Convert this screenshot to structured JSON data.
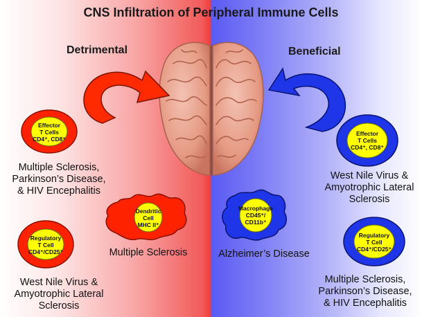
{
  "title": "CNS Infiltration of Peripheral Immune Cells",
  "sides": {
    "detrimental": "Detrimental",
    "beneficial": "Beneficial"
  },
  "left": {
    "effector": {
      "line1": "Effector",
      "line2": "T Cells",
      "line3": "CD4⁺, CD8⁺"
    },
    "effector_diseases": {
      "line1": "Multiple Sclerosis,",
      "line2": "Parkinson’s Disease,",
      "line3": "& HIV Encephalitis"
    },
    "regulatory": {
      "line1": "Regulatory",
      "line2": "T Cell",
      "line3": "CD4⁺/CD25⁺"
    },
    "regulatory_diseases": {
      "line1": "West Nile Virus &",
      "line2": "Amyotrophic Lateral",
      "line3": "Sclerosis"
    },
    "dendritic": {
      "line1": "Dendritic",
      "line2": "Cell",
      "line3": "MHC II⁺"
    },
    "dendritic_disease": "Multiple Sclerosis"
  },
  "right": {
    "effector": {
      "line1": "Effector",
      "line2": "T Cells",
      "line3": "CD4⁺, CD8⁺"
    },
    "effector_diseases": {
      "line1": "West Nile Virus &",
      "line2": "Amyotrophic Lateral",
      "line3": "Sclerosis"
    },
    "macrophage": {
      "line1": "Macrophage",
      "line2": "CD45⁺/",
      "line3": "CD11b⁺"
    },
    "macrophage_disease": "Alzheimer’s Disease",
    "regulatory": {
      "line1": "Regulatory",
      "line2": "T Cell",
      "line3": "CD4⁺/CD25⁺"
    },
    "regulatory_diseases": {
      "line1": "Multiple Sclerosis,",
      "line2": "Parkinson’s Disease,",
      "line3": "& HIV Encephalitis"
    }
  },
  "colors": {
    "detrimental_red": "#ff2200",
    "beneficial_blue": "#1030e6",
    "cell_core_yellow": "#ffff00",
    "brain": "#e9a38f"
  },
  "icons": [
    "brain-icon",
    "curved-arrow-icon"
  ]
}
